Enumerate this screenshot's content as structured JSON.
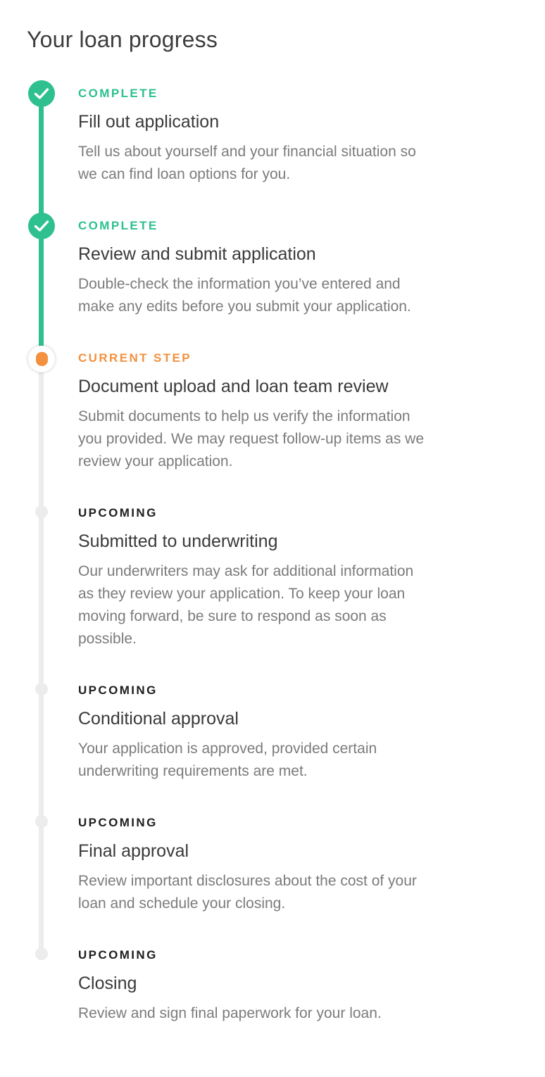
{
  "page": {
    "title": "Your loan progress",
    "colors": {
      "complete": "#2ec08e",
      "current": "#f3913f",
      "upcoming_track": "#ececec",
      "upcoming_label": "#1e1e1e",
      "body_text": "#7b7b7b"
    }
  },
  "steps": [
    {
      "state": "complete",
      "status": "COMPLETE",
      "icon": "check-icon",
      "title": "Fill out application",
      "description": "Tell us about yourself and your financial situation so\nwe can find loan options for you."
    },
    {
      "state": "complete",
      "status": "COMPLETE",
      "icon": "check-icon",
      "title": "Review and submit application",
      "description": "Double-check the information you’ve entered and\nmake any edits before you submit your application."
    },
    {
      "state": "current",
      "status": "CURRENT STEP",
      "icon": "current-step-dot-icon",
      "title": "Document upload and loan team review",
      "description": "Submit documents to help us verify the information\nyou provided. We may request follow-up items as we\nreview your application."
    },
    {
      "state": "upcoming",
      "status": "UPCOMING",
      "icon": "upcoming-dot-icon",
      "title": "Submitted to underwriting",
      "description": "Our underwriters may ask for additional information\nas they review your application. To keep your loan\nmoving forward, be sure to respond as soon as\npossible."
    },
    {
      "state": "upcoming",
      "status": "UPCOMING",
      "icon": "upcoming-dot-icon",
      "title": "Conditional approval",
      "description": "Your application is approved, provided certain\nunderwriting requirements are met."
    },
    {
      "state": "upcoming",
      "status": "UPCOMING",
      "icon": "upcoming-dot-icon",
      "title": "Final approval",
      "description": "Review important disclosures about the cost of your\nloan and schedule your closing."
    },
    {
      "state": "upcoming",
      "status": "UPCOMING",
      "icon": "upcoming-dot-icon",
      "title": "Closing",
      "description": "Review and sign final paperwork for your loan."
    }
  ]
}
